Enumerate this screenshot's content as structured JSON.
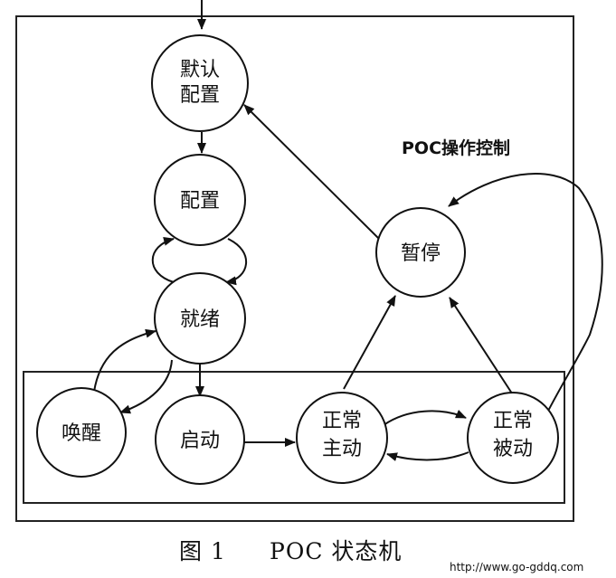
{
  "diagram": {
    "group_title": "POC操作控制",
    "nodes": {
      "default_config": [
        "默认",
        "配置"
      ],
      "config": [
        "配置"
      ],
      "ready": [
        "就绪"
      ],
      "pause": [
        "暂停"
      ],
      "wake": [
        "唤醒"
      ],
      "start": [
        "启动"
      ],
      "normal_active": [
        "正常",
        "主动"
      ],
      "normal_passive": [
        "正常",
        "被动"
      ]
    }
  },
  "caption": {
    "figure": "图 1",
    "title": "POC 状态机"
  },
  "watermark": "http://www.go-gddq.com"
}
